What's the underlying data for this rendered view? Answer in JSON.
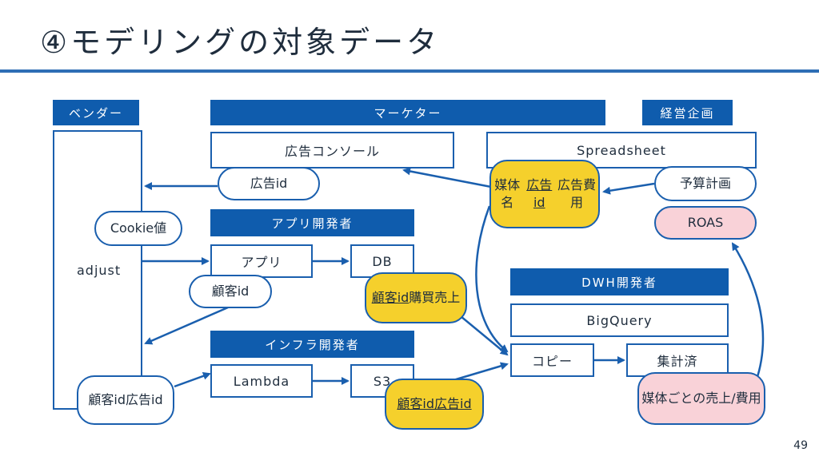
{
  "title": "④モデリングの対象データ",
  "page_number": "49",
  "headers": {
    "vendor": "ベンダー",
    "marketer": "マーケター",
    "planning": "経営企画",
    "app_dev": "アプリ開発者",
    "infra_dev": "インフラ開発者",
    "dwh_dev": "DWH開発者"
  },
  "boxes": {
    "adjust": "adjust",
    "ad_console": "広告コンソール",
    "spreadsheet": "Spreadsheet",
    "app": "アプリ",
    "db": "DB",
    "lambda": "Lambda",
    "s3": "S3",
    "bigquery": "BigQuery",
    "copy": "コピー",
    "aggregated": "集計済"
  },
  "pills": {
    "ad_id": "広告id",
    "cookie": "Cookie値",
    "customer_id": "顧客id",
    "customer_ad_id": [
      "顧客id",
      "広告id"
    ],
    "budget_plan": "予算計画",
    "roas": "ROAS",
    "media": [
      "媒体名",
      "広告id",
      "広告費用"
    ],
    "customer_sales": [
      "顧客id",
      "購買売上"
    ],
    "s3_data": [
      "顧客id",
      "広告id"
    ],
    "media_sales": [
      "媒体ごとの",
      "売上/費用"
    ]
  },
  "colors": {
    "header_blue": "#0f5cad",
    "border_blue": "#1a5fae",
    "highlight_yellow": "#f5d02c",
    "highlight_pink": "#f9d2d8"
  }
}
